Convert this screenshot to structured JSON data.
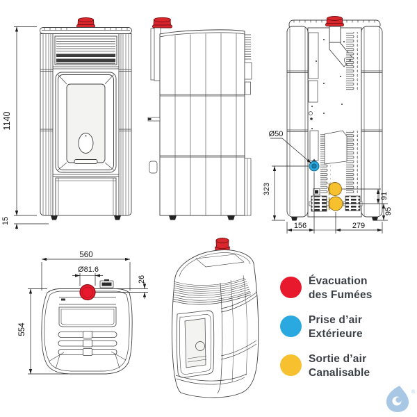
{
  "views": {
    "front": {
      "label": "front-view",
      "dims": {
        "total_height": "1140",
        "plinth_height": "15"
      }
    },
    "side": {
      "label": "side-view"
    },
    "rear": {
      "label": "rear-view",
      "dims": {
        "air_inlet_diameter": "Ø50",
        "air_inlet_height": "323",
        "air_inlet_offset": "156",
        "duct_outlet_offset": "279",
        "duct_outlet_gap": "91",
        "duct_outlet_height": "95"
      }
    },
    "top": {
      "label": "top-view",
      "dims": {
        "width": "560",
        "flue_diameter": "Ø81.6",
        "flue_rear_offset": "26",
        "depth": "554"
      }
    },
    "perspective": {
      "label": "perspective-view"
    }
  },
  "legend": {
    "items": [
      {
        "id": "smoke-exhaust",
        "color": "#e8192c",
        "line1": "Évacuation",
        "line2": "des Fumées"
      },
      {
        "id": "outside-air-intake",
        "color": "#29a9e0",
        "line1": "Prise d’air",
        "line2": "Extérieure"
      },
      {
        "id": "ductable-air-outlet",
        "color": "#f6c02e",
        "line1": "Sortie d’air",
        "line2": "Canalisable"
      }
    ]
  },
  "colors": {
    "smoke_red": "#e8192c",
    "cap_red": "#d8262c",
    "air_blue": "#29a9e0",
    "duct_yellow": "#f6c02e",
    "logo_blue": "#a7c7e5",
    "legend_text": "#3b4046",
    "line": "#3f3f3f"
  },
  "branding": {
    "logo_icon": "water-drop",
    "registered_mark": "®"
  }
}
